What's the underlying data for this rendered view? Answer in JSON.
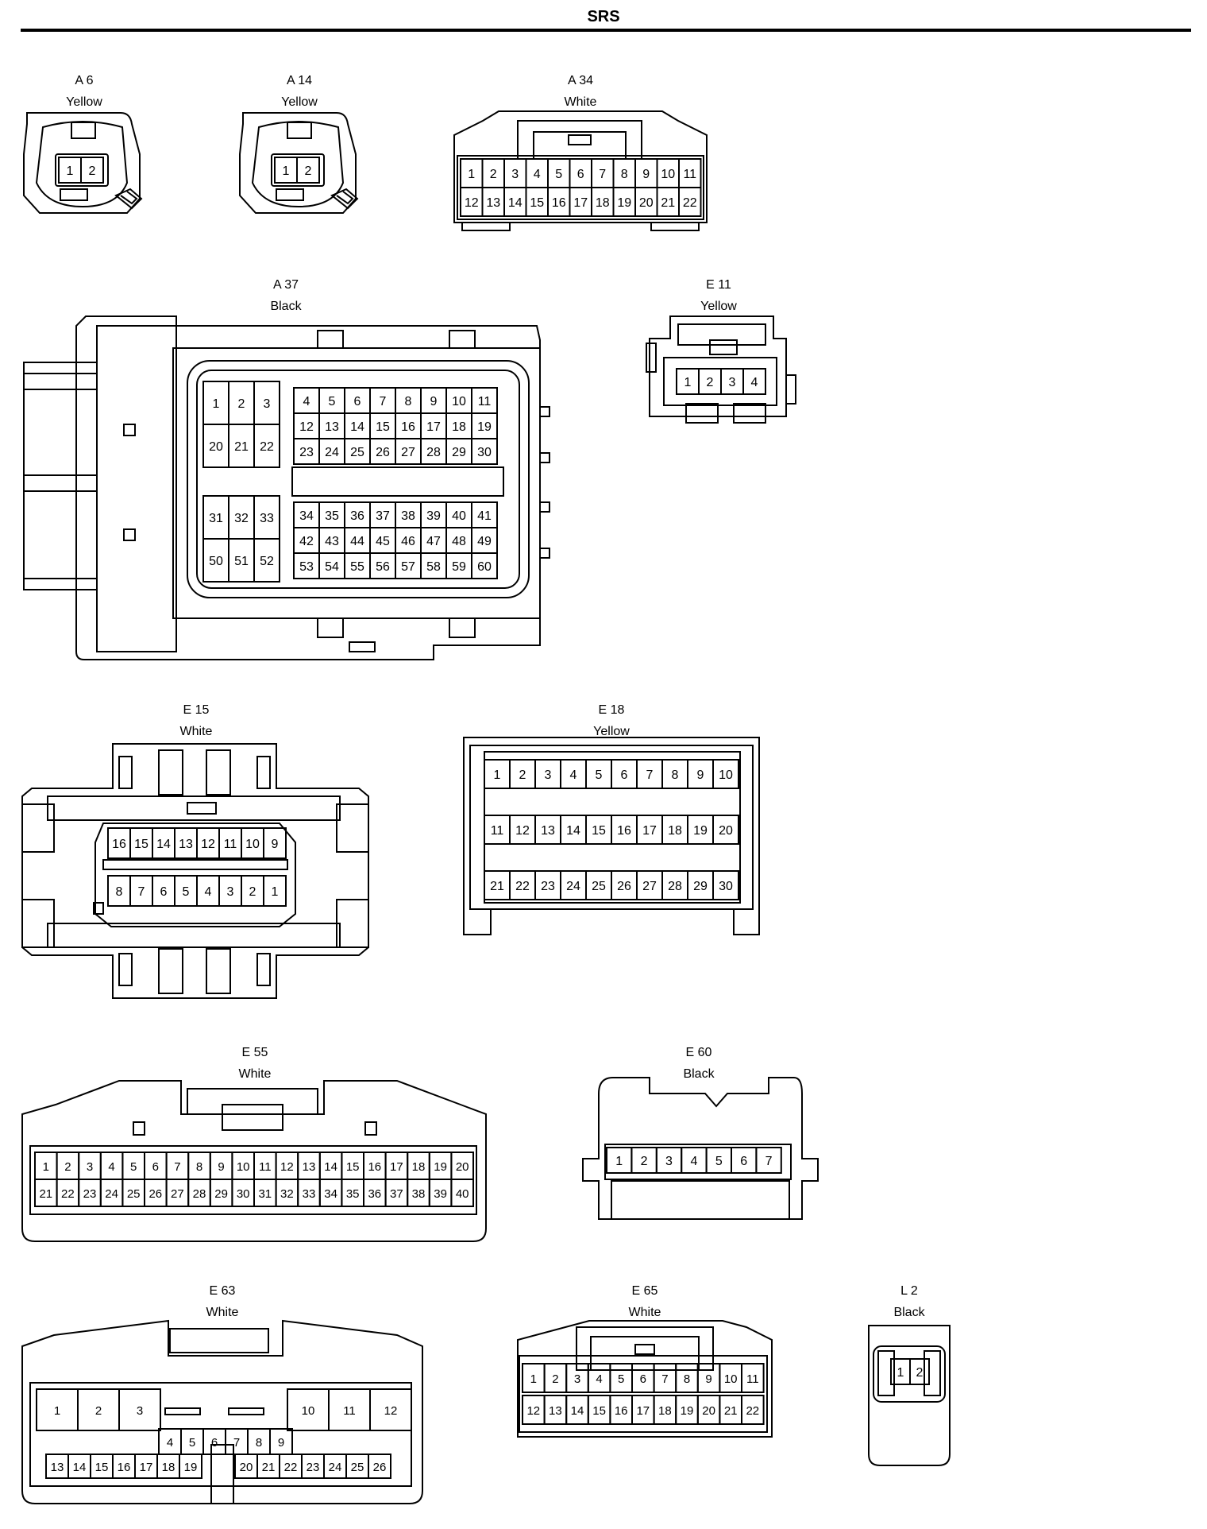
{
  "title": "SRS",
  "connectors": [
    {
      "id": "A 6",
      "color": "Yellow",
      "pins": [
        "1",
        "2"
      ]
    },
    {
      "id": "A 14",
      "color": "Yellow",
      "pins": [
        "1",
        "2"
      ]
    },
    {
      "id": "A 34",
      "color": "White",
      "pins": [
        "1",
        "2",
        "3",
        "4",
        "5",
        "6",
        "7",
        "8",
        "9",
        "10",
        "11",
        "12",
        "13",
        "14",
        "15",
        "16",
        "17",
        "18",
        "19",
        "20",
        "21",
        "22"
      ]
    },
    {
      "id": "A 37",
      "color": "Black",
      "pins": [
        "1",
        "2",
        "3",
        "20",
        "21",
        "22",
        "4",
        "5",
        "6",
        "7",
        "8",
        "9",
        "10",
        "11",
        "12",
        "13",
        "14",
        "15",
        "16",
        "17",
        "18",
        "19",
        "23",
        "24",
        "25",
        "26",
        "27",
        "28",
        "29",
        "30",
        "31",
        "32",
        "33",
        "50",
        "51",
        "52",
        "34",
        "35",
        "36",
        "37",
        "38",
        "39",
        "40",
        "41",
        "42",
        "43",
        "44",
        "45",
        "46",
        "47",
        "48",
        "49",
        "53",
        "54",
        "55",
        "56",
        "57",
        "58",
        "59",
        "60"
      ]
    },
    {
      "id": "E 11",
      "color": "Yellow",
      "pins": [
        "1",
        "2",
        "3",
        "4"
      ]
    },
    {
      "id": "E 15",
      "color": "White",
      "pins": [
        "16",
        "15",
        "14",
        "13",
        "12",
        "11",
        "10",
        "9",
        "8",
        "7",
        "6",
        "5",
        "4",
        "3",
        "2",
        "1"
      ]
    },
    {
      "id": "E 18",
      "color": "Yellow",
      "pins": [
        "1",
        "2",
        "3",
        "4",
        "5",
        "6",
        "7",
        "8",
        "9",
        "10",
        "11",
        "12",
        "13",
        "14",
        "15",
        "16",
        "17",
        "18",
        "19",
        "20",
        "21",
        "22",
        "23",
        "24",
        "25",
        "26",
        "27",
        "28",
        "29",
        "30"
      ]
    },
    {
      "id": "E 55",
      "color": "White",
      "pins": [
        "1",
        "2",
        "3",
        "4",
        "5",
        "6",
        "7",
        "8",
        "9",
        "10",
        "11",
        "12",
        "13",
        "14",
        "15",
        "16",
        "17",
        "18",
        "19",
        "20",
        "21",
        "22",
        "23",
        "24",
        "25",
        "26",
        "27",
        "28",
        "29",
        "30",
        "31",
        "32",
        "33",
        "34",
        "35",
        "36",
        "37",
        "38",
        "39",
        "40"
      ]
    },
    {
      "id": "E 60",
      "color": "Black",
      "pins": [
        "1",
        "2",
        "3",
        "4",
        "5",
        "6",
        "7"
      ]
    },
    {
      "id": "E 63",
      "color": "White",
      "pins": [
        "1",
        "2",
        "3",
        "10",
        "11",
        "12",
        "4",
        "5",
        "6",
        "7",
        "8",
        "9",
        "13",
        "14",
        "15",
        "16",
        "17",
        "18",
        "19",
        "20",
        "21",
        "22",
        "23",
        "24",
        "25",
        "26"
      ]
    },
    {
      "id": "E 65",
      "color": "White",
      "pins": [
        "1",
        "2",
        "3",
        "4",
        "5",
        "6",
        "7",
        "8",
        "9",
        "10",
        "11",
        "12",
        "13",
        "14",
        "15",
        "16",
        "17",
        "18",
        "19",
        "20",
        "21",
        "22"
      ]
    },
    {
      "id": "L 2",
      "color": "Black",
      "pins": [
        "1",
        "2"
      ]
    }
  ]
}
